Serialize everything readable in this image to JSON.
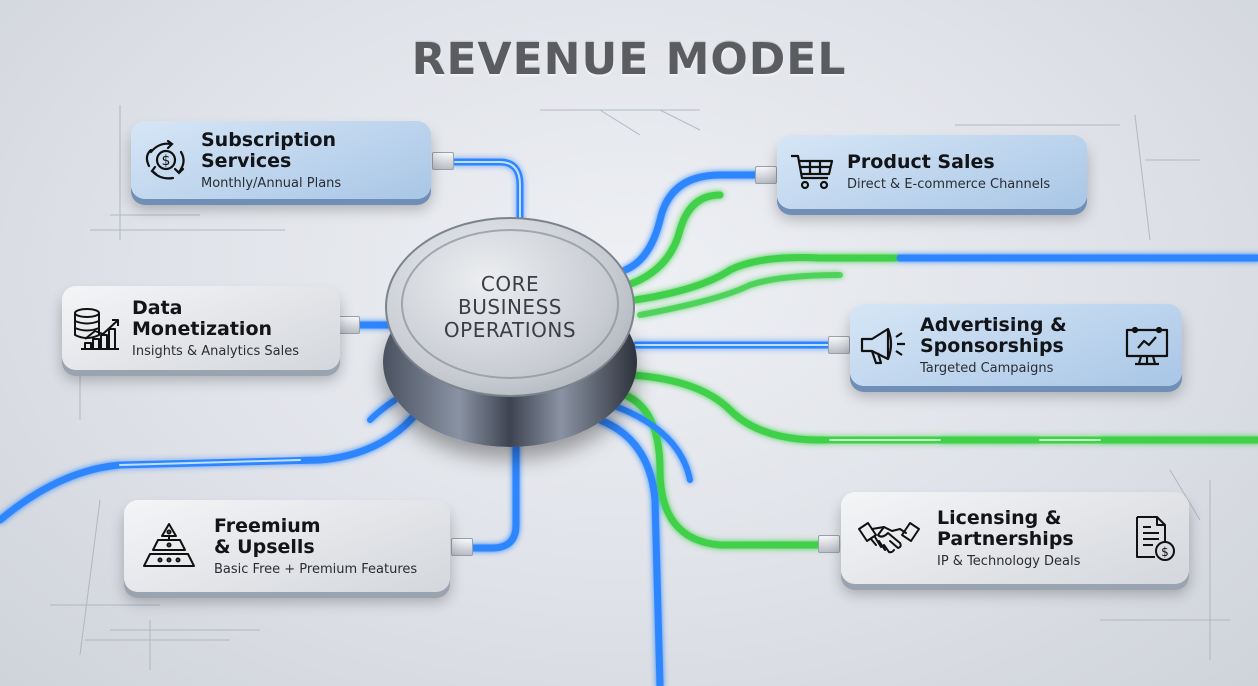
{
  "title": "REVENUE MODEL",
  "hub": {
    "line1": "CORE",
    "line2": "BUSINESS",
    "line3": "OPERATIONS"
  },
  "colors": {
    "wire_blue": "#2f86ff",
    "wire_green": "#3fd04a",
    "card_blue": "#b7d0ec",
    "card_grey": "#e4e6ea",
    "title": "#5a5c60"
  },
  "cards": [
    {
      "id": "subscription",
      "title_line1": "Subscription",
      "title_line2": "Services",
      "subtitle": "Monthly/Annual Plans",
      "icon": "dollar-cycle-icon",
      "style": "blue"
    },
    {
      "id": "product",
      "title_line1": "Product Sales",
      "title_line2": "",
      "subtitle": "Direct & E-commerce Channels",
      "icon": "shopping-cart-icon",
      "style": "blue"
    },
    {
      "id": "data",
      "title_line1": "Data",
      "title_line2": "Monetization",
      "subtitle": "Insights & Analytics Sales",
      "icon": "database-chart-icon",
      "style": "grey"
    },
    {
      "id": "advertising",
      "title_line1": "Advertising &",
      "title_line2": "Sponsorships",
      "subtitle": "Targeted Campaigns",
      "icon": "megaphone-icon",
      "icon2": "presentation-chart-icon",
      "style": "blue"
    },
    {
      "id": "freemium",
      "title_line1": "Freemium",
      "title_line2": "& Upsells",
      "subtitle": "Basic Free + Premium Features",
      "icon": "pyramid-tiers-icon",
      "style": "grey"
    },
    {
      "id": "licensing",
      "title_line1": "Licensing &",
      "title_line2": "Partnerships",
      "subtitle": "IP & Technology Deals",
      "icon": "handshake-icon",
      "icon2": "contract-dollar-icon",
      "style": "grey"
    }
  ]
}
